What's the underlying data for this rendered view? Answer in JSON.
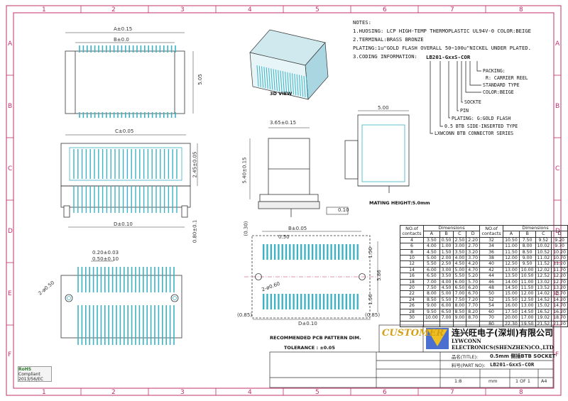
{
  "grid": {
    "cols": [
      "1",
      "2",
      "3",
      "4",
      "5",
      "6",
      "7",
      "8"
    ],
    "rows": [
      "A",
      "B",
      "C",
      "D",
      "E",
      "F"
    ]
  },
  "notes": {
    "heading": "NOTES:",
    "lines": [
      "1.HUOSING: LCP HIGH-TEMP THERMOPLASTIC UL94V-0  COLOR:BEIGE",
      "2.TERMINAL:BRASS BRONZE",
      "  PLATING:1u\"GOLD FLASH  OVERALL 50~100u\"NICKEL UNDER PLATED.",
      "3.CODING INFORMATION:"
    ],
    "part_code": "LB201-GxxS-COR",
    "code_items": [
      "PACKING:",
      "R: CARRIER REEL",
      "STANDARD TYPE",
      "COLOR:BEIGE",
      "SOCKTE",
      "PIN",
      "PLATING: G:GOLD FLASH",
      "0.5 BTB SIDE-INSERTED TYPE",
      "LXWCONN BTB CONNECTOR SERIES"
    ]
  },
  "views": {
    "label_3d": "3D VIEW",
    "mating": "MATING HEIGHT:5.0mm",
    "pcb_title": "RECOMMENDED PCB PATTERN DIM.",
    "tolerance": "TOLERANCE : ±0.05"
  },
  "dims": {
    "top_a": "A±0.15",
    "top_b": "B±0.0",
    "top_h": "5.05",
    "front_c": "C±0.05",
    "front_d": "D±0.10",
    "front_h1": "2.45±0.05",
    "front_h2": "0.80±0.1",
    "side_w": "3.65±0.15",
    "side_h": "5.40±0.15",
    "flat": "0.10",
    "right_w": "5.00",
    "pitch1": "0.20±0.03",
    "pitch2": "0.50±0.10",
    "hole": "2-ø0.50",
    "pcb_b": "B±0.05",
    "pcb_050": "0.50",
    "pcb_030": "(0.30)",
    "pcb_150a": "1.50",
    "pcb_150b": "1.50",
    "pcb_060": "2-ø0.60",
    "pcb_d": "D±0.10",
    "pcb_085a": "(0.85)",
    "pcb_085b": "(0.85)",
    "pcb_h": "5.86"
  },
  "table": {
    "h_no": "NO.of contacts",
    "h_dim": "Dimensions",
    "cols": [
      "A",
      "B",
      "C",
      "D"
    ],
    "left": [
      [
        "4",
        "3.50",
        "0.50",
        "2.50",
        "2.20"
      ],
      [
        "6",
        "4.00",
        "1.00",
        "3.00",
        "2.70"
      ],
      [
        "8",
        "4.50",
        "1.50",
        "3.50",
        "3.20"
      ],
      [
        "10",
        "5.00",
        "2.00",
        "4.00",
        "3.70"
      ],
      [
        "12",
        "5.50",
        "2.50",
        "4.50",
        "4.20"
      ],
      [
        "14",
        "6.00",
        "3.00",
        "5.00",
        "4.70"
      ],
      [
        "16",
        "6.50",
        "3.50",
        "5.50",
        "5.20"
      ],
      [
        "18",
        "7.00",
        "4.00",
        "6.00",
        "5.70"
      ],
      [
        "20",
        "7.50",
        "4.50",
        "6.50",
        "6.20"
      ],
      [
        "22",
        "8.00",
        "5.00",
        "7.00",
        "6.70"
      ],
      [
        "24",
        "8.50",
        "5.50",
        "7.50",
        "7.20"
      ],
      [
        "26",
        "9.00",
        "6.00",
        "8.00",
        "7.70"
      ],
      [
        "28",
        "9.50",
        "6.50",
        "8.50",
        "8.20"
      ],
      [
        "30",
        "10.00",
        "7.00",
        "9.00",
        "8.70"
      ]
    ],
    "right": [
      [
        "32",
        "10.50",
        "7.50",
        "9.52",
        "9.20"
      ],
      [
        "34",
        "11.00",
        "8.00",
        "10.02",
        "9.70"
      ],
      [
        "36",
        "11.50",
        "8.50",
        "10.52",
        "10.20"
      ],
      [
        "38",
        "12.00",
        "9.00",
        "11.02",
        "10.70"
      ],
      [
        "40",
        "12.50",
        "9.50",
        "11.52",
        "11.20"
      ],
      [
        "42",
        "13.00",
        "10.00",
        "12.02",
        "11.70"
      ],
      [
        "44",
        "13.50",
        "10.50",
        "12.52",
        "12.20"
      ],
      [
        "46",
        "14.00",
        "11.00",
        "13.02",
        "12.70"
      ],
      [
        "48",
        "14.50",
        "11.50",
        "13.52",
        "13.20"
      ],
      [
        "50",
        "15.00",
        "12.00",
        "14.02",
        "13.70"
      ],
      [
        "52",
        "15.50",
        "12.50",
        "14.52",
        "14.20"
      ],
      [
        "54",
        "16.00",
        "13.00",
        "15.02",
        "14.70"
      ],
      [
        "60",
        "17.50",
        "14.50",
        "16.52",
        "16.20"
      ],
      [
        "70",
        "20.00",
        "17.00",
        "19.02",
        "18.70"
      ],
      [
        "80",
        "22.30",
        "19.50",
        "21.52",
        "21.20"
      ]
    ]
  },
  "titleblock": {
    "customer": "CUSTOMER",
    "company_cn": "连兴旺电子(深圳)有限公司",
    "company_en": "LYWCONN ELECTRONICS(SHENZHEN)CO.,LTD",
    "product_title": "0.5mm 侧插BTB SOCKET",
    "part_no": "LB201-GxxS-COR",
    "scale": "1:8",
    "unit": "mm",
    "sheet": "1 OF 1",
    "size": "A4",
    "title_label": "品名(TITLE):",
    "partno_label": "料号(PART NO):"
  },
  "rohs": {
    "line1": "RoHS",
    "line2": "Compliant",
    "line3": "2013/56/EC"
  },
  "colors": {
    "cyan": "#3bb3c4",
    "pink": "#c0306a",
    "line": "#333333"
  }
}
